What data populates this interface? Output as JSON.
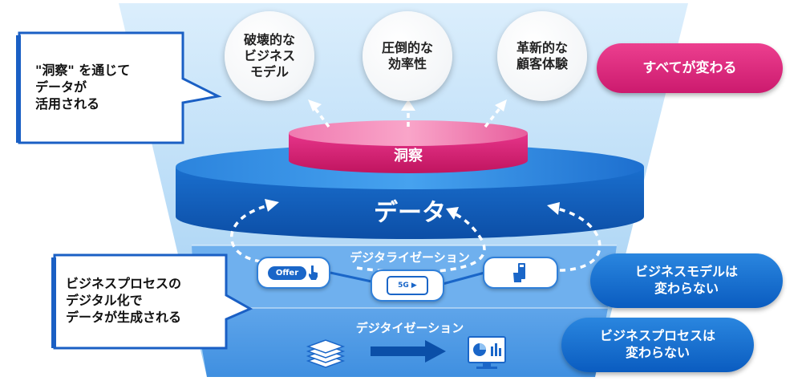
{
  "callouts": {
    "top": "\"洞察\" を通じて\nデータが\n活用される",
    "bottom": "ビジネスプロセスの\nデジタル化で\nデータが生成される"
  },
  "circles": [
    {
      "label": "破壊的な\nビジネス\nモデル"
    },
    {
      "label": "圧倒的な\n効率性"
    },
    {
      "label": "革新的な\n顧客体験"
    }
  ],
  "pills": {
    "everything_changes": "すべてが変わる",
    "model_unchanged": "ビジネスモデルは\n変わらない",
    "process_unchanged": "ビジネスプロセスは\n変わらない"
  },
  "layers": {
    "insight": "洞察",
    "data": "データ",
    "digitalization": "デジタライゼーション",
    "digitization": "デジタイゼーション"
  },
  "cards": {
    "offer": "Offer",
    "phone": "5G ▶"
  },
  "colors": {
    "funnel": "#cfe6fa",
    "insight": "#e02a7b",
    "data": "#1667c7",
    "accent_blue": "#0a5cc0",
    "accent_pink": "#d61f73"
  },
  "icons": [
    "hand-pointer-icon",
    "phone-icon",
    "card-swipe-icon",
    "document-stack-icon",
    "arrow-right-icon",
    "monitor-chart-icon"
  ]
}
